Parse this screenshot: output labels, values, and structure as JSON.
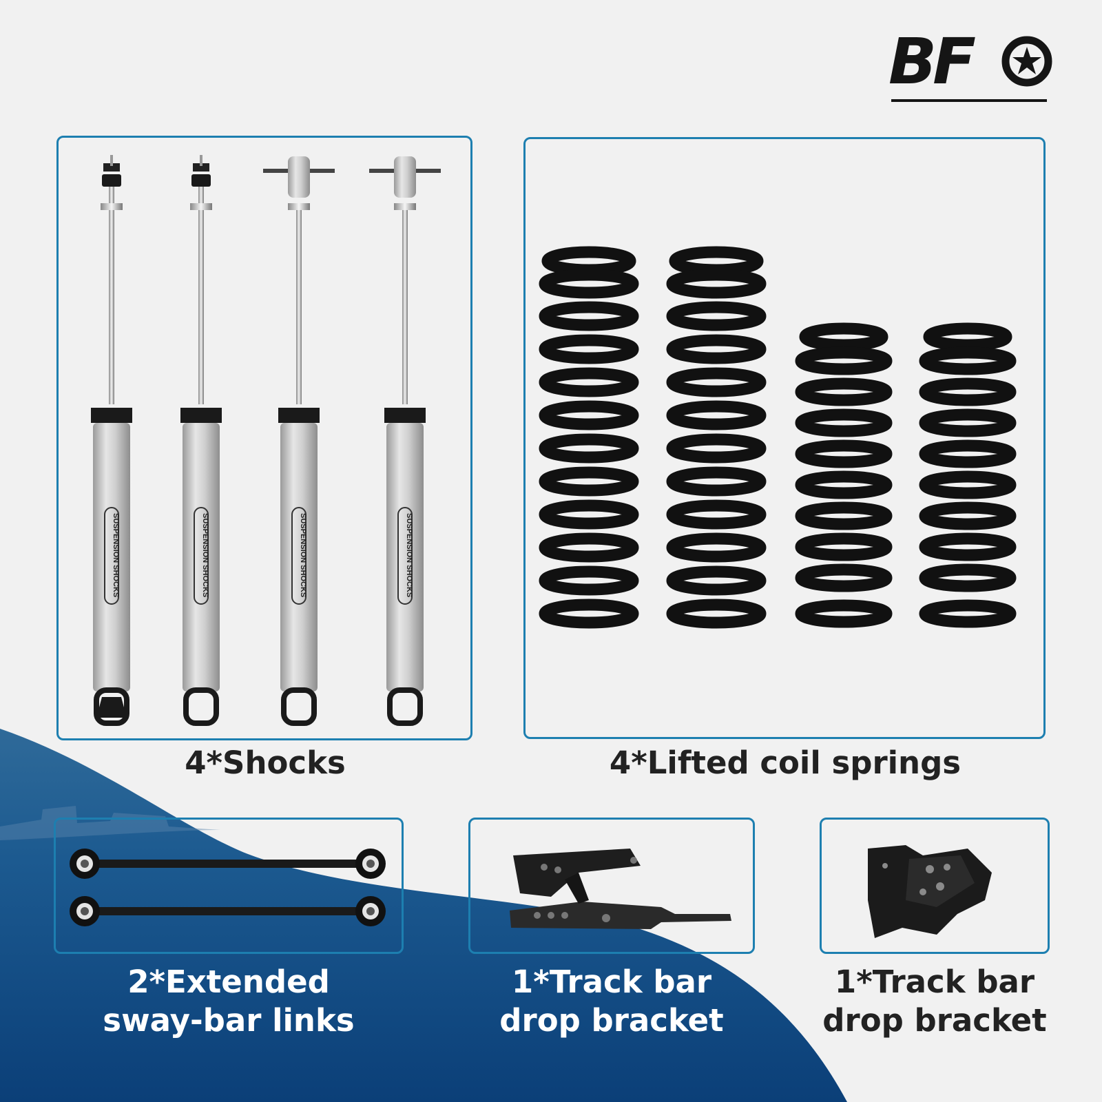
{
  "brand": {
    "logo_text": "BF"
  },
  "products": [
    {
      "caption": "4*Shocks"
    },
    {
      "caption": "4*Lifted coil springs"
    },
    {
      "caption_line1": "2*Extended",
      "caption_line2": "sway-bar links"
    },
    {
      "caption_line1": "1*Track bar",
      "caption_line2": "drop bracket"
    },
    {
      "caption_line1": "1*Track bar",
      "caption_line2": "drop bracket"
    }
  ],
  "shock_label": "SUSPENSION SHOCKS",
  "colors": {
    "panel_border": "#1d7fb0",
    "wave": "#0d4a85",
    "background": "#f1f1f1"
  }
}
